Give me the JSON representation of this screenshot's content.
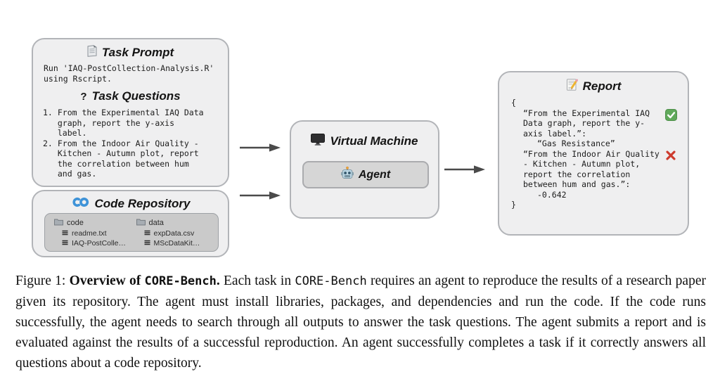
{
  "figure": {
    "task_prompt": {
      "title": "Task Prompt",
      "run_text": "Run 'IAQ-PostCollection-Analysis.R'\nusing Rscript.",
      "questions_qmark": "?",
      "questions_title": "Task Questions",
      "questions": [
        {
          "num": "1.",
          "text": "From the Experimental IAQ Data graph, report the y-axis label."
        },
        {
          "num": "2.",
          "text": "From the Indoor Air Quality - Kitchen - Autumn plot, report the correlation between hum and gas."
        }
      ]
    },
    "code_repository": {
      "title": "Code Repository",
      "logo": "codeocean-logo",
      "folders": [
        {
          "name": "code",
          "files": [
            "readme.txt",
            "IAQ-PostColle…"
          ]
        },
        {
          "name": "data",
          "files": [
            "expData.csv",
            "MScDataKit…"
          ]
        }
      ]
    },
    "virtual_machine": {
      "title": "Virtual Machine",
      "agent_label": "Agent"
    },
    "report": {
      "title": "Report",
      "open_brace": "{",
      "close_brace": "}",
      "entries": [
        {
          "question": "“From the Experimental IAQ Data graph, report the y-axis label.”:",
          "answer": "“Gas Resistance”",
          "status": "correct"
        },
        {
          "question": "“From the Indoor Air Quality - Kitchen - Autumn plot, report the correlation between hum and gas.”:",
          "answer": "-0.642",
          "status": "incorrect"
        }
      ]
    }
  },
  "colors": {
    "panel_fill": "#efeff0",
    "panel_border": "#b2b4b8",
    "inner_panel_fill": "#cacaca",
    "agent_panel_fill": "#d6d6d6",
    "arrow": "#4a4a4a",
    "codeocean_blue": "#3e93d8",
    "check_green": "#60a95b",
    "cross_red": "#cd3a2d"
  },
  "caption": {
    "figure_label": "Figure 1: ",
    "bold_text": "Overview of ",
    "bold_mono": "CORE-Bench",
    "bold_period": ".",
    "body_before_mono": " Each task in ",
    "body_mono": "CORE-Bench",
    "body_rest": " requires an agent to reproduce the results of a research paper given its repository. The agent must install libraries, packages, and dependencies and run the code. If the code runs successfully, the agent needs to search through all outputs to answer the task questions. The agent submits a report and is evaluated against the results of a successful reproduction. An agent successfully completes a task if it correctly answers all questions about a code repository."
  }
}
